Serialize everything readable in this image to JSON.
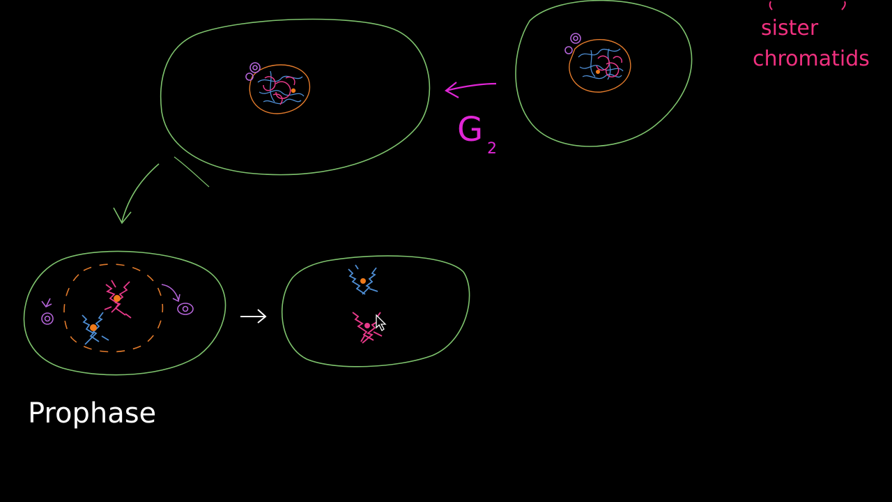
{
  "labels": {
    "g2_letter": "G",
    "g2_subscript": "2",
    "sister_line1": "sister",
    "sister_line2": "chromatids",
    "prophase": "Prophase"
  },
  "colors": {
    "background": "#000000",
    "cell_membrane": "#7fc46e",
    "label_magenta": "#e026d6",
    "label_pink": "#f0307f",
    "label_white": "#ffffff",
    "nucleus_envelope": "#e37b2c",
    "chromatin_blue": "#4f8fd6",
    "chromatin_pink": "#e83a8a",
    "centrosome_violet": "#b565d9",
    "centromere_orange": "#f07a1a",
    "cursor": "#ffffff"
  },
  "icons": {
    "cursor": "mouse-pointer-icon"
  }
}
